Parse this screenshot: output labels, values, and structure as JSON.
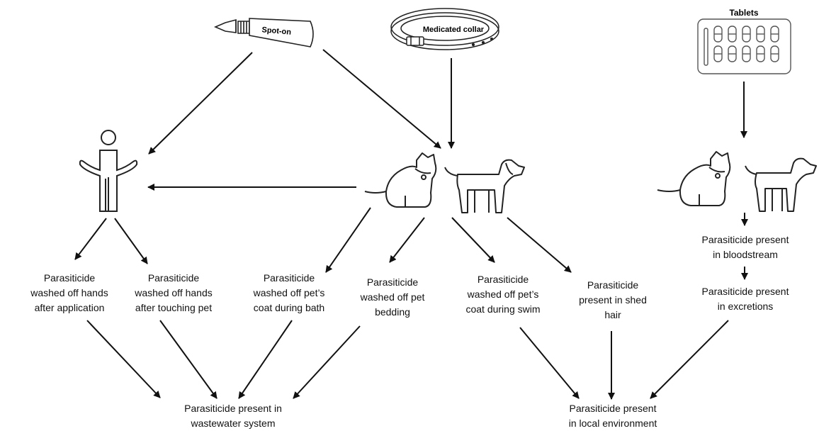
{
  "products": {
    "spot_on": "Spot-on",
    "medicated_collar": "Medicated collar",
    "tablets": "Tablets"
  },
  "nodes": {
    "hands_after_application": [
      "Parasiticide",
      "washed off hands",
      "after application"
    ],
    "hands_after_touching": [
      "Parasiticide",
      "washed off hands",
      "after touching pet"
    ],
    "coat_bath": [
      "Parasiticide",
      "washed off pet’s",
      "coat during bath"
    ],
    "bedding": [
      "Parasiticide",
      "washed off pet",
      "bedding"
    ],
    "coat_swim": [
      "Parasiticide",
      "washed off pet’s",
      "coat during swim"
    ],
    "shed_hair": [
      "Parasiticide",
      "present in shed",
      "hair"
    ],
    "bloodstream": [
      "Parasiticide present",
      "in bloodstream"
    ],
    "excretions": [
      "Parasiticide present",
      "in excretions"
    ],
    "wastewater": [
      "Parasiticide present in",
      "wastewater system"
    ],
    "local_environment": [
      "Parasiticide present",
      "in local environment"
    ]
  }
}
